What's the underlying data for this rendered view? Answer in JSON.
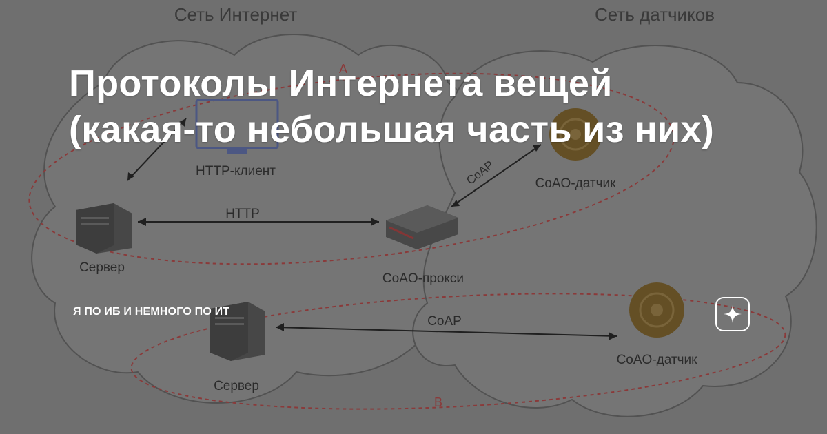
{
  "title": "Протоколы Интернета вещей (какая-то небольшая часть из них)",
  "channel": "Я ПО ИБ И НЕМНОГО ПО ИТ",
  "diagram": {
    "left_header": "Сеть Интернет",
    "right_header": "Сеть датчиков",
    "http_client": "HTTP-клиент",
    "http_label": "HTTP",
    "server_top": "Сервер",
    "coap_proxy": "CoAO-прокси",
    "coap_diag": "CoAP",
    "sensor_top": "CoAO-датчик",
    "coap_bottom": "CoAP",
    "server_bottom": "Сервер",
    "sensor_bottom": "CoAO-датчик",
    "marker_a": "A",
    "marker_b": "B"
  },
  "icons": {
    "logo": "dzen-star-icon",
    "server": "server-icon",
    "client": "monitor-icon",
    "proxy": "router-icon",
    "sensor": "wireless-sensor-icon"
  },
  "colors": {
    "background": "#8b8b8b",
    "dashed_ellipse": "#b43a3a",
    "sensor": "#7a5a1a",
    "title_text": "#ffffff"
  }
}
